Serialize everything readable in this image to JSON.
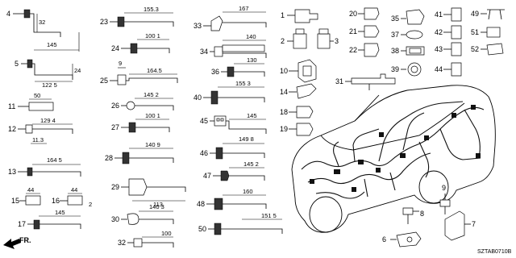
{
  "diagram": {
    "code": "SZTAB0710B",
    "direction_label": "FR.",
    "parts": [
      {
        "no": "4",
        "dims": [
          "32",
          "145"
        ]
      },
      {
        "no": "5",
        "dims": [
          "24",
          "122 5"
        ]
      },
      {
        "no": "11",
        "dims": [
          "50"
        ]
      },
      {
        "no": "12",
        "dims": [
          "129 4",
          "11.3"
        ]
      },
      {
        "no": "13",
        "dims": [
          "164 5"
        ]
      },
      {
        "no": "15",
        "dims": [
          "44"
        ]
      },
      {
        "no": "16",
        "dims": [
          "44",
          "2"
        ]
      },
      {
        "no": "17",
        "dims": [
          "145"
        ]
      },
      {
        "no": "23",
        "dims": [
          "155.3"
        ]
      },
      {
        "no": "24",
        "dims": [
          "100 1"
        ]
      },
      {
        "no": "25",
        "dims": [
          "9",
          "164.5"
        ]
      },
      {
        "no": "26",
        "dims": [
          "145 2"
        ]
      },
      {
        "no": "27",
        "dims": [
          "100 1"
        ]
      },
      {
        "no": "28",
        "dims": [
          "140 9"
        ]
      },
      {
        "no": "29",
        "dims": [
          "113"
        ]
      },
      {
        "no": "30",
        "dims": [
          "140 3"
        ]
      },
      {
        "no": "32",
        "dims": [
          "100"
        ]
      },
      {
        "no": "33",
        "dims": [
          "167"
        ]
      },
      {
        "no": "34",
        "dims": [
          "140"
        ]
      },
      {
        "no": "36",
        "dims": [
          "130"
        ]
      },
      {
        "no": "40",
        "dims": [
          "155 3"
        ]
      },
      {
        "no": "45",
        "dims": [
          "145"
        ]
      },
      {
        "no": "46",
        "dims": [
          "149 8"
        ]
      },
      {
        "no": "47",
        "dims": [
          "145 2"
        ]
      },
      {
        "no": "48",
        "dims": [
          "160"
        ]
      },
      {
        "no": "50",
        "dims": [
          "151 5"
        ]
      },
      {
        "no": "1"
      },
      {
        "no": "2"
      },
      {
        "no": "3"
      },
      {
        "no": "10"
      },
      {
        "no": "14"
      },
      {
        "no": "18"
      },
      {
        "no": "19"
      },
      {
        "no": "20"
      },
      {
        "no": "21"
      },
      {
        "no": "22"
      },
      {
        "no": "31"
      },
      {
        "no": "35"
      },
      {
        "no": "37"
      },
      {
        "no": "38"
      },
      {
        "no": "39"
      },
      {
        "no": "41"
      },
      {
        "no": "42"
      },
      {
        "no": "43"
      },
      {
        "no": "44"
      },
      {
        "no": "49"
      },
      {
        "no": "51"
      },
      {
        "no": "52"
      },
      {
        "no": "6"
      },
      {
        "no": "7"
      },
      {
        "no": "8"
      },
      {
        "no": "9"
      }
    ]
  }
}
